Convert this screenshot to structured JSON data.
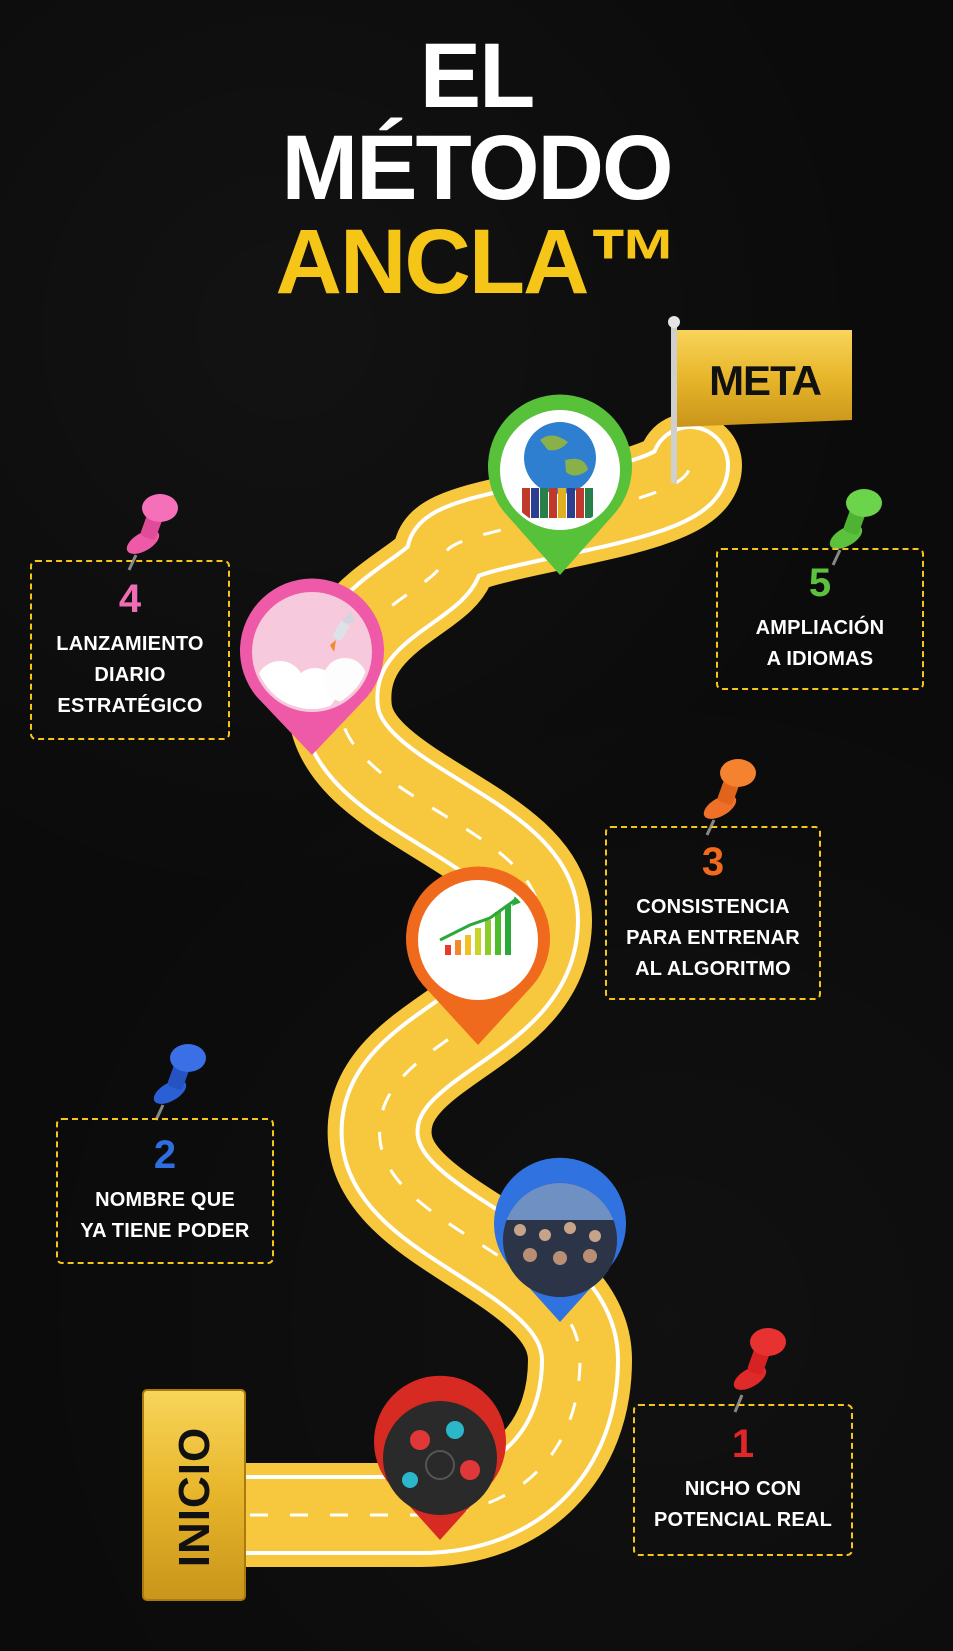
{
  "title": {
    "line1": "EL",
    "line2": "MÉTODO",
    "line3": "ANCLA™"
  },
  "flag_label": "META",
  "start_label": "INICIO",
  "steps": [
    {
      "number": "1",
      "lines": [
        "NICHO CON",
        "POTENCIAL REAL"
      ],
      "color": "#e0262b",
      "pin_icon": "people-pins-icon"
    },
    {
      "number": "2",
      "lines": [
        "NOMBRE QUE",
        "YA TIENE PODER"
      ],
      "color": "#2d6fe0",
      "pin_icon": "audience-icon"
    },
    {
      "number": "3",
      "lines": [
        "CONSISTENCIA",
        "PARA ENTRENAR",
        "AL ALGORITMO"
      ],
      "color": "#f26a1b",
      "pin_icon": "growth-chart-icon"
    },
    {
      "number": "4",
      "lines": [
        "LANZAMIENTO",
        "DIARIO",
        "ESTRATÉGICO"
      ],
      "color": "#f06cb4",
      "pin_icon": "rocket-icon"
    },
    {
      "number": "5",
      "lines": [
        "AMPLIACIÓN",
        "A IDIOMAS"
      ],
      "color": "#5cc23d",
      "pin_icon": "globe-books-icon"
    }
  ],
  "colors": {
    "road": "#f7c83e",
    "accent": "#f5c518",
    "background": "#0b0b0b"
  }
}
